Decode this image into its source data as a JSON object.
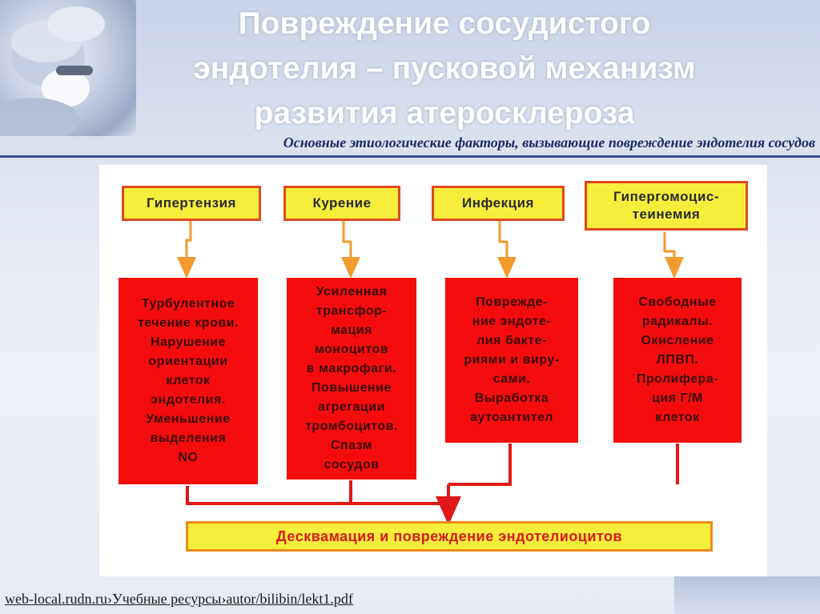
{
  "slide": {
    "title_lines": [
      "Повреждение сосудистого",
      "эндотелия – пусковой механизм",
      "развития атеросклероза"
    ],
    "subtitle": "Основные этиологические факторы, вызывающие повреждение эндотелия сосудов"
  },
  "diagram": {
    "causes": [
      {
        "label": "Гипертензия"
      },
      {
        "label": "Курение"
      },
      {
        "label": "Инфекция"
      },
      {
        "label": "Гипергомоцис-\nтеинемия"
      }
    ],
    "effects": [
      {
        "text": "Турбулентное\nтечение крови.\nНарушение\nориентации\nклеток\nэндотелия.\nУменьшение\nвыделения\nNO"
      },
      {
        "text": "Усиленная\nтрансфор-\nмация\nмоноцитов\nв макрофаги.\nПовышение\nагрегации\nтромбоцитов.\nСпазм\nсосудов"
      },
      {
        "text": "Поврежде-\nние эндоте-\nлия бакте-\nриями и виру-\nсами.\nВыработка\nаутоантител"
      },
      {
        "text": "Свободные\nрадикалы.\nОкисление\nЛПВП.\nПролифера-\nция Г/М\nклеток"
      }
    ],
    "outcome": "Десквамация и повреждение эндотелиоцитов",
    "colors": {
      "cause_fill": "#f7ee3c",
      "effect_fill": "#f50d0d",
      "arrow": "#f29a2e",
      "connector": "#e01818"
    }
  },
  "footer": {
    "part1": "web-local.rudn.ru",
    "sep1": "›",
    "part2": "Учебные ресурсы",
    "sep2": "›",
    "part3": "autor/bilibin/lekt1.pdf"
  }
}
